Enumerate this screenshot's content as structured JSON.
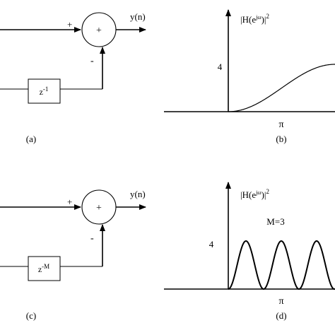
{
  "colors": {
    "ink": "#000000",
    "box": "#ffffff",
    "background": "#ffffff"
  },
  "panels": {
    "a": {
      "caption": "(a)",
      "output": "y(n)",
      "plus": "+",
      "minus": "-",
      "sum_symbol": "+",
      "delay_base": "z",
      "delay_exp": "-1"
    },
    "b": {
      "caption": "(b)",
      "ylabel": "|H(e",
      "ylabel_exp": "jω",
      "ylabel_tail": ")|",
      "ylabel_pow": "2",
      "ytick": "4",
      "xtick": "π",
      "peak_value": 4,
      "cycles_to_pi": 1
    },
    "c": {
      "caption": "(c)",
      "output": "y(n)",
      "plus": "+",
      "minus": "-",
      "sum_symbol": "+",
      "delay_base": "z",
      "delay_exp": "-M"
    },
    "d": {
      "caption": "(d)",
      "ylabel": "|H(e",
      "ylabel_exp": "jω",
      "ylabel_tail": ")|",
      "ylabel_pow": "2",
      "annotation": "M=3",
      "ytick": "4",
      "xtick": "π",
      "peak_value": 4,
      "M": 3
    }
  }
}
